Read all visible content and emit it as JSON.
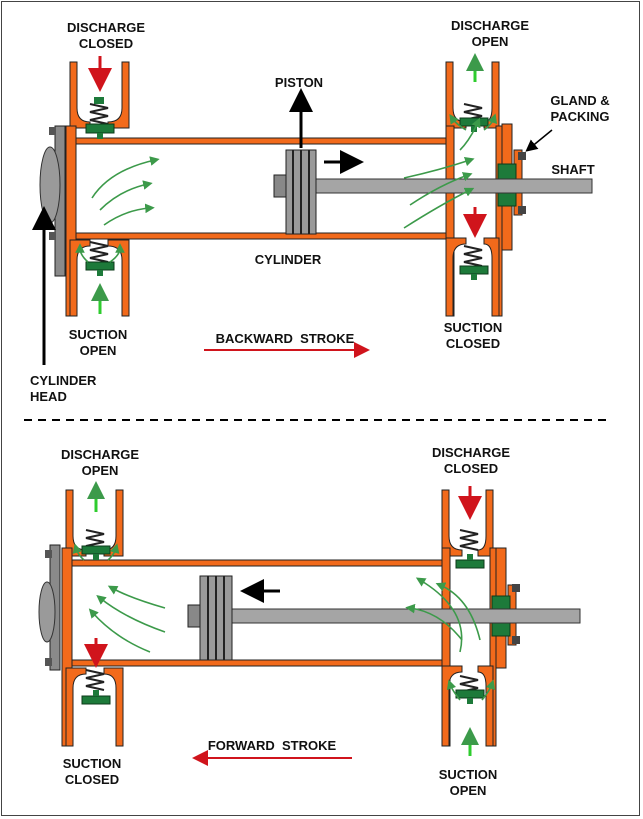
{
  "top": {
    "discharge_left": [
      "DISCHARGE",
      "CLOSED"
    ],
    "discharge_right": [
      "DISCHARGE",
      "OPEN"
    ],
    "piston": "PISTON",
    "gland": [
      "GLAND &",
      "PACKING"
    ],
    "shaft": "SHAFT",
    "cylinder": "CYLINDER",
    "suction_left": [
      "SUCTION",
      "OPEN"
    ],
    "suction_right": [
      "SUCTION",
      "CLOSED"
    ],
    "stroke": "BACKWARD  STROKE",
    "cylinder_head": [
      "CYLINDER",
      "HEAD"
    ]
  },
  "bottom": {
    "discharge_left": [
      "DISCHARGE",
      "OPEN"
    ],
    "discharge_right": [
      "DISCHARGE",
      "CLOSED"
    ],
    "suction_left": [
      "SUCTION",
      "CLOSED"
    ],
    "suction_right": [
      "SUCTION",
      "OPEN"
    ],
    "stroke": "FORWARD  STROKE"
  },
  "colors": {
    "body": "#f26a1b",
    "valve": "#1d7a3a",
    "flow": "#3c9a4a",
    "red_arrow": "#d0141c",
    "green_arrow": "#2ecc2e",
    "piston": "#9a9a9a",
    "shaft": "#a5a5a5"
  }
}
